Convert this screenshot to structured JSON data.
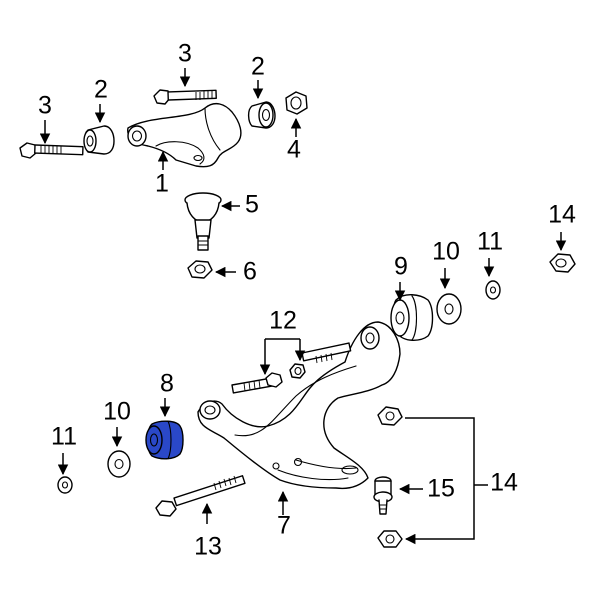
{
  "colors": {
    "line": "#000000",
    "background": "#ffffff",
    "highlight": "#2a48c8"
  },
  "highlighted_part": "8",
  "callouts": {
    "c1": "1",
    "c2a": "2",
    "c2b": "2",
    "c3a": "3",
    "c3b": "3",
    "c4": "4",
    "c5": "5",
    "c6": "6",
    "c7": "7",
    "c8": "8",
    "c9": "9",
    "c10a": "10",
    "c10b": "10",
    "c11a": "11",
    "c11b": "11",
    "c12": "12",
    "c13": "13",
    "c14a": "14",
    "c14b": "14",
    "c15": "15"
  }
}
